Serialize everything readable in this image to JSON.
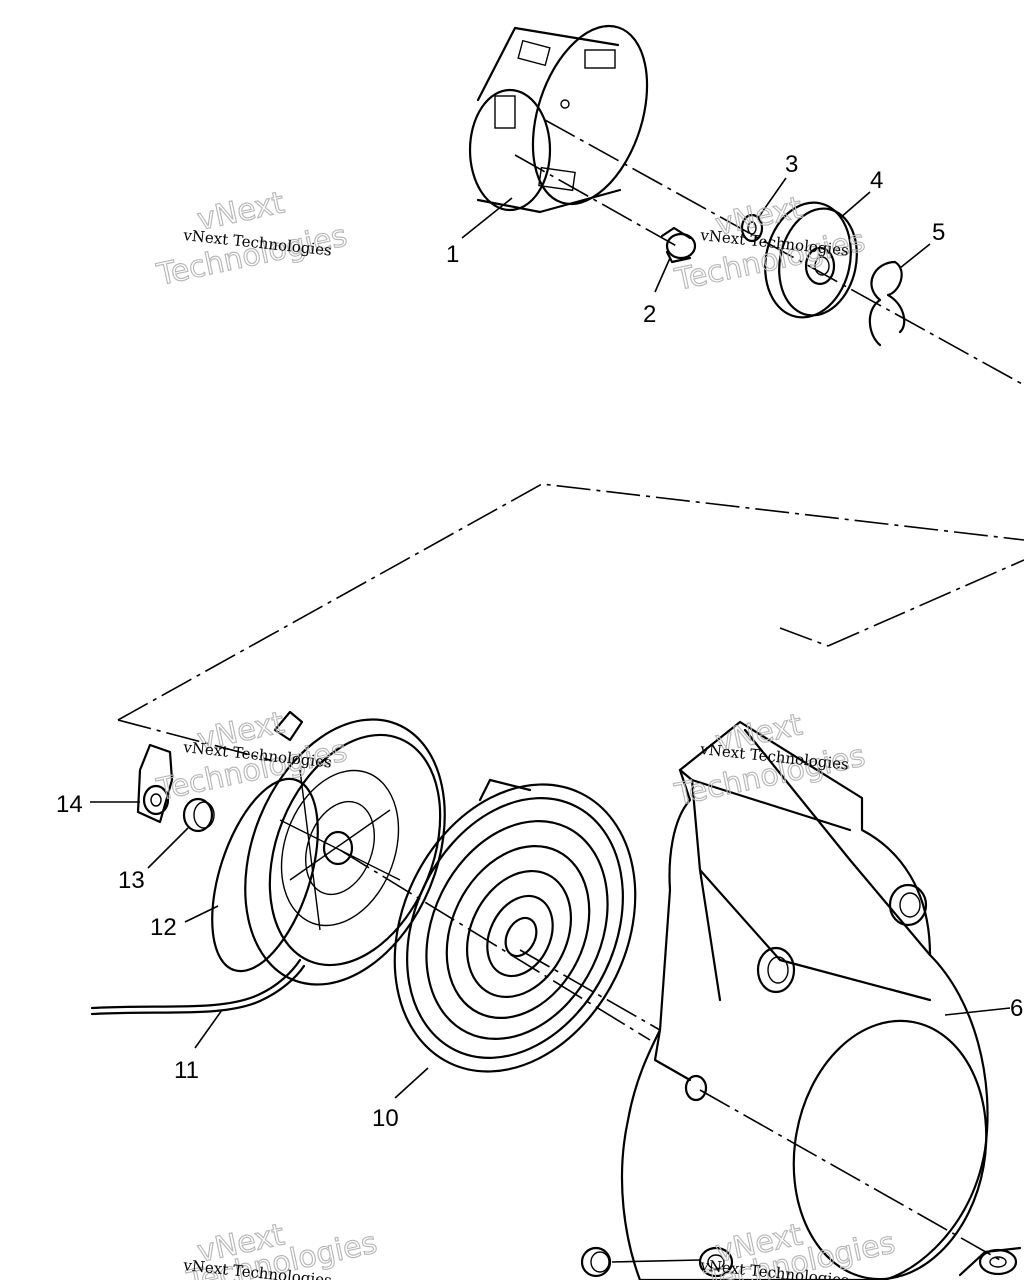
{
  "callouts": {
    "c1": "1",
    "c2": "2",
    "c3": "3",
    "c4": "4",
    "c5": "5",
    "c6": "6",
    "c10": "10",
    "c11": "11",
    "c12": "12",
    "c13": "13",
    "c14": "14"
  },
  "watermark": {
    "small_text": "vNext Technologies",
    "big_word_1": "vNext",
    "big_word_2": "Technologies"
  }
}
